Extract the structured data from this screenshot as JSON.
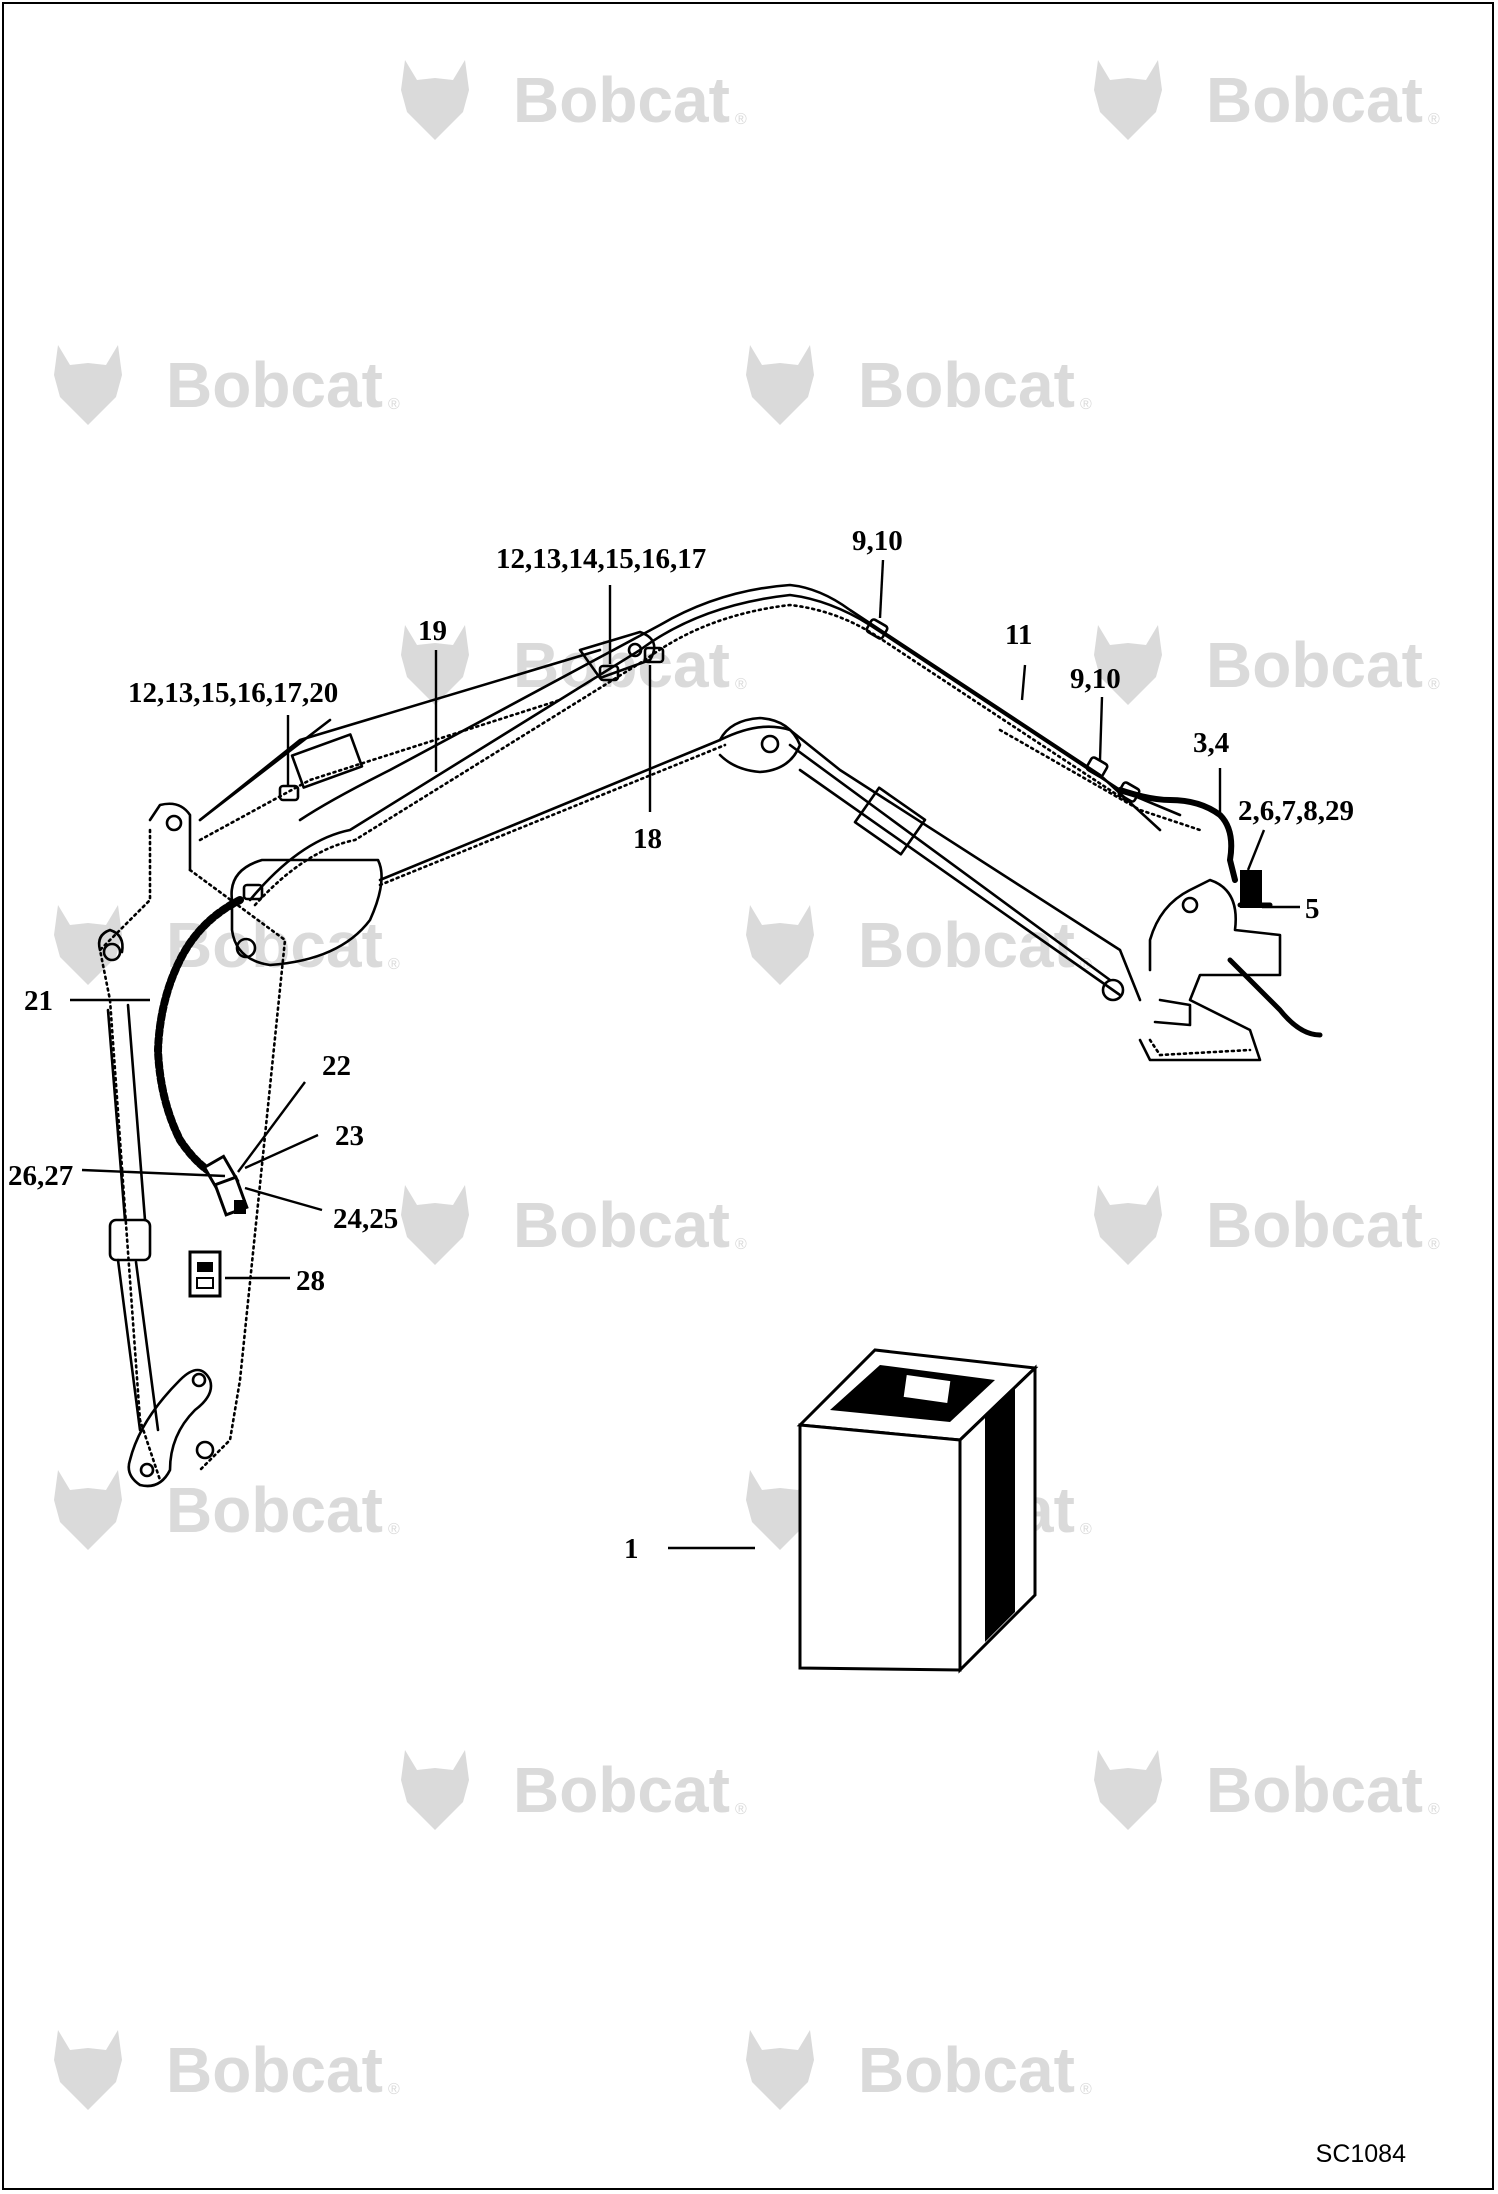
{
  "watermark": {
    "brand": "Bobcat",
    "registered_mark": "®"
  },
  "diagram_code": "SC1084",
  "callouts": {
    "c1": "1",
    "c2_6_7_8_29": "2,6,7,8,29",
    "c3_4": "3,4",
    "c5": "5",
    "c9_10_top": "9,10",
    "c9_10_mid": "9,10",
    "c11": "11",
    "c12_to_17": "12,13,14,15,16,17",
    "c12_13_15_16_17_20": "12,13,15,16,17,20",
    "c18": "18",
    "c19": "19",
    "c21": "21",
    "c22": "22",
    "c23": "23",
    "c24_25": "24,25",
    "c26_27": "26,27",
    "c28": "28"
  }
}
